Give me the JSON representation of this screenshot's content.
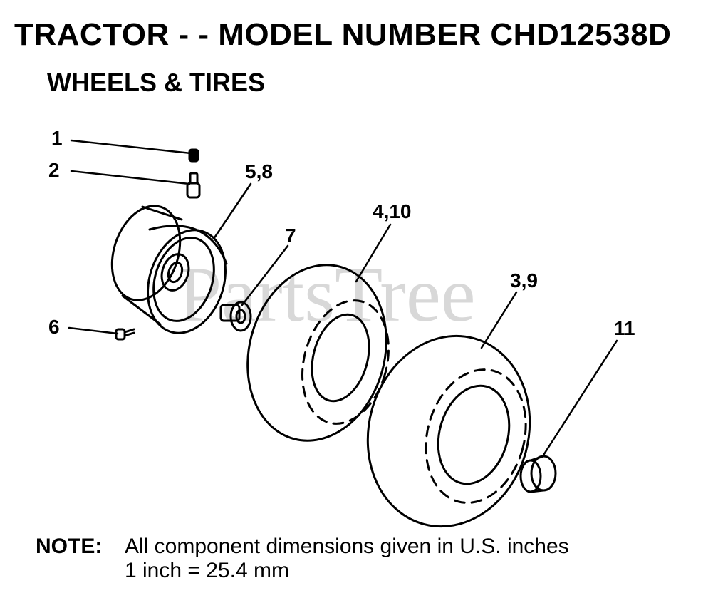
{
  "header": {
    "title": "TRACTOR - - MODEL NUMBER CHD12538D",
    "subtitle": "WHEELS & TIRES"
  },
  "watermark": "PartsTree",
  "callouts": {
    "c1": "1",
    "c2": "2",
    "c58": "5,8",
    "c7": "7",
    "c410": "4,10",
    "c39": "3,9",
    "c6": "6",
    "c11": "11"
  },
  "note": {
    "label": "NOTE:",
    "line1": "All component dimensions given in U.S. inches",
    "line2": "1 inch = 25.4 mm"
  },
  "colors": {
    "ink": "#000000",
    "watermark": "#d8d8d8",
    "background": "#ffffff"
  }
}
